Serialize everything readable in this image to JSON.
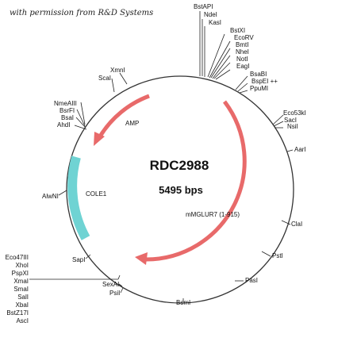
{
  "credit": "with permission from R&D Systems",
  "plasmid": {
    "name": "RDC2988",
    "size": "5495 bps"
  },
  "colors": {
    "ring": "#333333",
    "arrow": "#e86a6a",
    "arrow_stroke": "#c84848",
    "cole1": "#6fd3d3",
    "cole1_stroke": "#3aa8a8"
  },
  "features": [
    {
      "name": "AMP",
      "type": "arrow"
    },
    {
      "name": "mMGLUR7 (1-915)",
      "type": "arrow"
    },
    {
      "name": "COLE1",
      "type": "block"
    }
  ],
  "sites": [
    {
      "group": "top",
      "labels": [
        "BstAPI",
        "NdeI",
        "KasI"
      ]
    },
    {
      "group": "top-right",
      "labels": [
        "BstXI",
        "EcoRV",
        "BmtI",
        "NheI",
        "NotI",
        "EagI"
      ]
    },
    {
      "group": "bsabi",
      "labels": [
        "BsaBI",
        "BspEI ++",
        "PpuMI"
      ]
    },
    {
      "group": "eco53ki",
      "labels": [
        "Eco53kI",
        "SacI",
        "NsiI"
      ]
    },
    {
      "group": "aari",
      "labels": [
        "AarI"
      ]
    },
    {
      "group": "clai",
      "labels": [
        "ClaI"
      ]
    },
    {
      "group": "psti",
      "labels": [
        "PstI"
      ]
    },
    {
      "group": "pasi",
      "labels": [
        "PasI"
      ]
    },
    {
      "group": "bsmi",
      "labels": [
        "BsmI"
      ]
    },
    {
      "group": "sexai",
      "labels": [
        "SexAI",
        "PsiI"
      ]
    },
    {
      "group": "bottom-left",
      "labels": [
        "Eco47III",
        "XhoI",
        "PspXI",
        "XmaI",
        "SmaI",
        "SalI",
        "XbaI",
        "BstZ17I",
        "AscI"
      ]
    },
    {
      "group": "sapi",
      "labels": [
        "SapI"
      ]
    },
    {
      "group": "alwni",
      "labels": [
        "AlwNI"
      ]
    },
    {
      "group": "nmeaiii",
      "labels": [
        "NmeAIII",
        "BsrFI",
        "BsaI",
        "AhdI"
      ]
    },
    {
      "group": "scai",
      "labels": [
        "ScaI"
      ]
    },
    {
      "group": "xmni",
      "labels": [
        "XmnI"
      ]
    }
  ]
}
